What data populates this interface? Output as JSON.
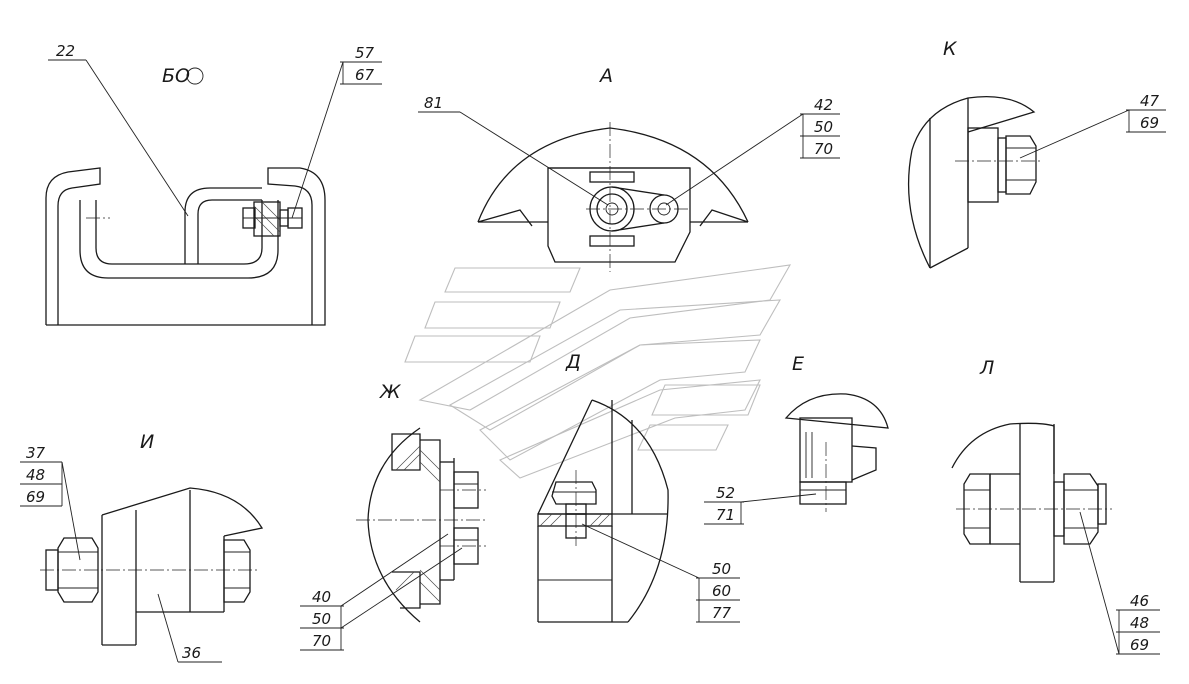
{
  "views": {
    "bo": "БО",
    "a": "А",
    "k": "К",
    "zh": "Ж",
    "d": "Д",
    "e": "Е",
    "l": "Л",
    "i": "И"
  },
  "callouts": {
    "bo_left": [
      "22"
    ],
    "bo_right": [
      "57",
      "67"
    ],
    "a_left": [
      "81"
    ],
    "a_right": [
      "42",
      "50",
      "70"
    ],
    "k": [
      "47",
      "69"
    ],
    "i_top": [
      "37",
      "48",
      "69"
    ],
    "i_bottom": [
      "36"
    ],
    "zh": [
      "40",
      "50",
      "70"
    ],
    "d": [
      "50",
      "60",
      "77"
    ],
    "e": [
      "52",
      "71"
    ],
    "l": [
      "46",
      "48",
      "69"
    ]
  }
}
